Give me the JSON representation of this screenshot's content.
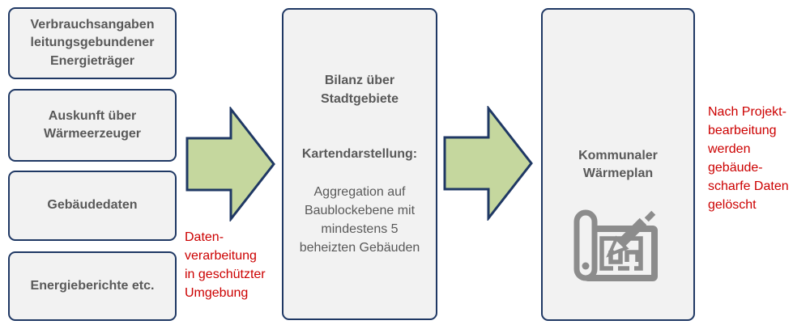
{
  "colors": {
    "box_fill": "#F2F2F2",
    "box_border": "#1F3864",
    "box_text": "#595959",
    "arrow_fill": "#C5D79E",
    "arrow_border": "#1F3864",
    "note_text": "#CC0000",
    "icon_gray": "#8C8C8C"
  },
  "input_boxes": [
    {
      "label": "Verbrauchsangaben\nleitungsgebundener\nEnergieträger"
    },
    {
      "label": "Auskunft über\nWärmeerzeuger"
    },
    {
      "label": "Gebäudedaten"
    },
    {
      "label": "Energieberichte etc."
    }
  ],
  "process_box": {
    "title": "Bilanz über\nStadtgebiete",
    "subtitle": "Kartendarstellung:",
    "body": "Aggregation auf\nBaublockebene mit\nmindestens 5\nbeheizten Gebäuden"
  },
  "output_box": {
    "title": "Kommunaler\nWärmeplan",
    "icon": "blueprint-pencil-icon"
  },
  "notes": {
    "processing": "Daten-\nverarbeitung\nin geschützter\nUmgebung",
    "deletion": "Nach Projekt-\nbearbeitung\nwerden\ngebäude-\nscharfe Daten\ngelöscht"
  }
}
